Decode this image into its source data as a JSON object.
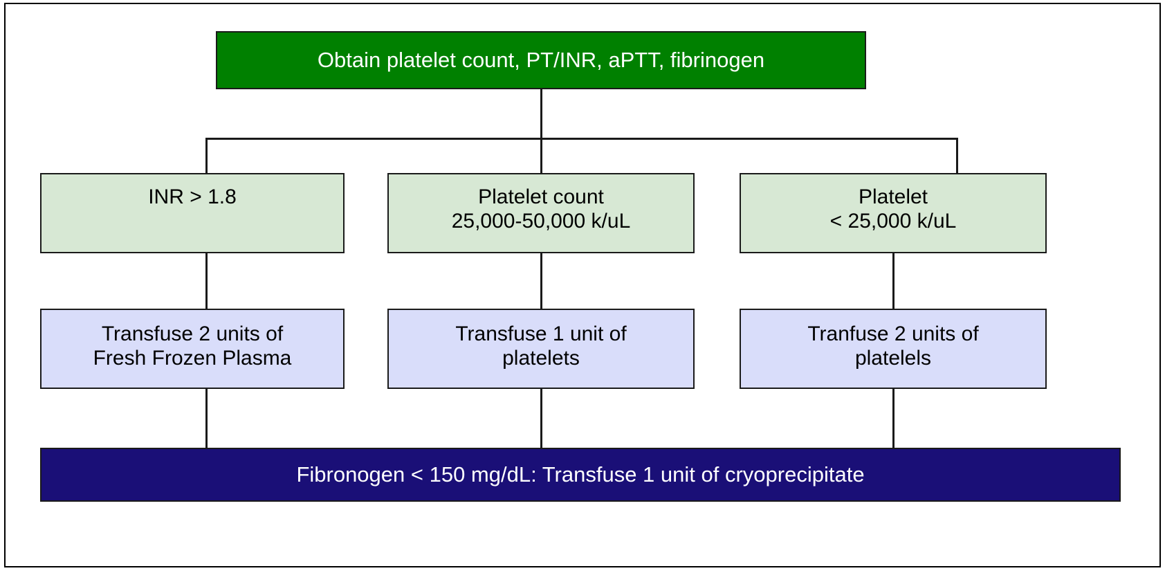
{
  "figure": {
    "title": "Massive transfusion / coagulopathy management algorithm",
    "colors": {
      "header_fill": "#008000",
      "header_text": "#ffffff",
      "condition_fill": "#d7e8d4",
      "action_fill": "#d9ddfa",
      "footer_fill": "#1a0f77",
      "footer_text": "#ffffff",
      "border": "#1a1a1a",
      "background": "#ffffff"
    }
  },
  "header": {
    "label": "Obtain platelet count, PT/INR, aPTT, fibrinogen"
  },
  "branches": [
    {
      "condition": "INR > 1.8",
      "action": "Transfuse 2 units of\nFresh Frozen Plasma"
    },
    {
      "condition": "Platelet count\n25,000-50,000 k/uL",
      "action": "Transfuse 1 unit of\nplatelets"
    },
    {
      "condition": "Platelet\n< 25,000 k/uL",
      "action": "Tranfuse 2 units of\nplatelels"
    }
  ],
  "footer": {
    "label": "Fibronogen < 150 mg/dL: Transfuse 1 unit of cryoprecipitate"
  }
}
